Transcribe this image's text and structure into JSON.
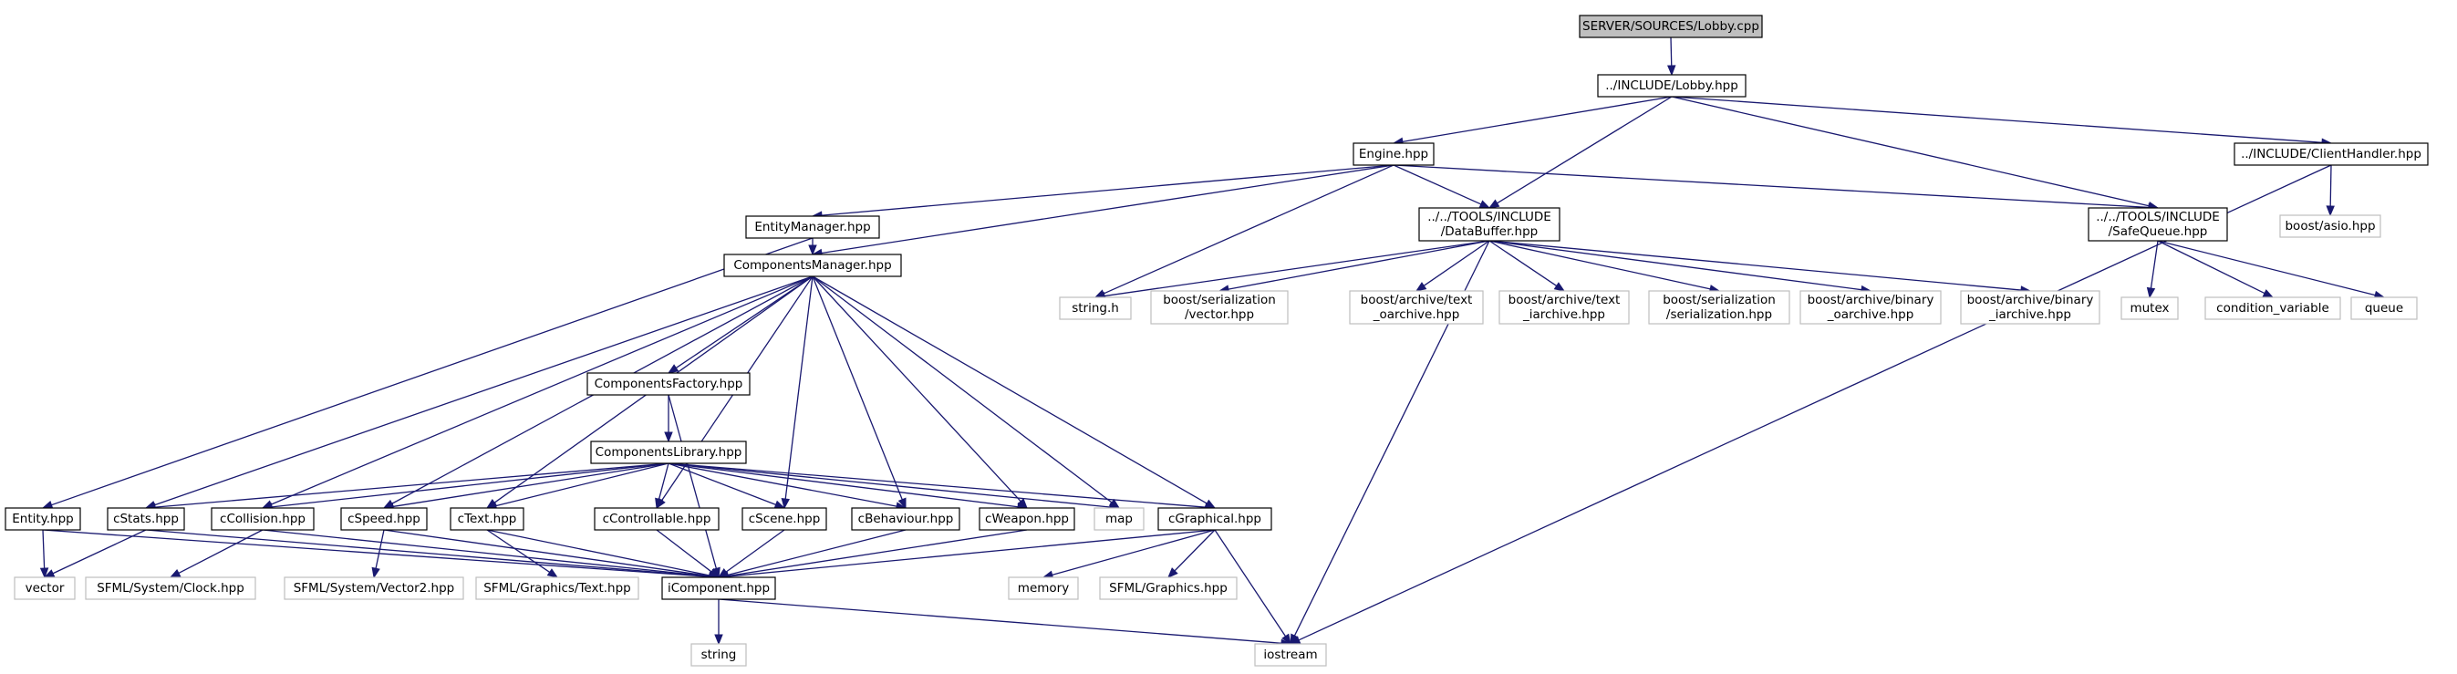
{
  "diagram": {
    "colors": {
      "edge": "#191970",
      "root_fill": "#bfbfbf",
      "node_border": "#000000",
      "external_border": "#bfbfbf",
      "background": "#ffffff"
    },
    "nodes": [
      {
        "id": "lobby_cpp",
        "kind": "root",
        "lines": [
          "SERVER/SOURCES/Lobby.cpp"
        ]
      },
      {
        "id": "lobby_hpp",
        "kind": "local",
        "lines": [
          "../INCLUDE/Lobby.hpp"
        ]
      },
      {
        "id": "engine_hpp",
        "kind": "local",
        "lines": [
          "Engine.hpp"
        ]
      },
      {
        "id": "databuffer_hpp",
        "kind": "local",
        "lines": [
          "../../TOOLS/INCLUDE",
          "/DataBuffer.hpp"
        ]
      },
      {
        "id": "safequeue_hpp",
        "kind": "local",
        "lines": [
          "../../TOOLS/INCLUDE",
          "/SafeQueue.hpp"
        ]
      },
      {
        "id": "clienthandler_hpp",
        "kind": "local",
        "lines": [
          "../INCLUDE/ClientHandler.hpp"
        ]
      },
      {
        "id": "boost_asio",
        "kind": "external",
        "lines": [
          "boost/asio.hpp"
        ]
      },
      {
        "id": "entitymanager_hpp",
        "kind": "local",
        "lines": [
          "EntityManager.hpp"
        ]
      },
      {
        "id": "componentsmanager_hpp",
        "kind": "local",
        "lines": [
          "ComponentsManager.hpp"
        ]
      },
      {
        "id": "string_h",
        "kind": "external",
        "lines": [
          "string.h"
        ]
      },
      {
        "id": "boost_ser_vector",
        "kind": "external",
        "lines": [
          "boost/serialization",
          "/vector.hpp"
        ]
      },
      {
        "id": "boost_text_oarchive",
        "kind": "external",
        "lines": [
          "boost/archive/text",
          "_oarchive.hpp"
        ]
      },
      {
        "id": "boost_text_iarchive",
        "kind": "external",
        "lines": [
          "boost/archive/text",
          "_iarchive.hpp"
        ]
      },
      {
        "id": "boost_ser_serialization",
        "kind": "external",
        "lines": [
          "boost/serialization",
          "/serialization.hpp"
        ]
      },
      {
        "id": "boost_binary_oarchive",
        "kind": "external",
        "lines": [
          "boost/archive/binary",
          "_oarchive.hpp"
        ]
      },
      {
        "id": "boost_binary_iarchive",
        "kind": "external",
        "lines": [
          "boost/archive/binary",
          "_iarchive.hpp"
        ]
      },
      {
        "id": "mutex",
        "kind": "external",
        "lines": [
          "mutex"
        ]
      },
      {
        "id": "condition_variable",
        "kind": "external",
        "lines": [
          "condition_variable"
        ]
      },
      {
        "id": "queue",
        "kind": "external",
        "lines": [
          "queue"
        ]
      },
      {
        "id": "componentsfactory_hpp",
        "kind": "local",
        "lines": [
          "ComponentsFactory.hpp"
        ]
      },
      {
        "id": "componentslibrary_hpp",
        "kind": "local",
        "lines": [
          "ComponentsLibrary.hpp"
        ]
      },
      {
        "id": "entity_hpp",
        "kind": "local",
        "lines": [
          "Entity.hpp"
        ]
      },
      {
        "id": "cstats_hpp",
        "kind": "local",
        "lines": [
          "cStats.hpp"
        ]
      },
      {
        "id": "ccollision_hpp",
        "kind": "local",
        "lines": [
          "cCollision.hpp"
        ]
      },
      {
        "id": "cspeed_hpp",
        "kind": "local",
        "lines": [
          "cSpeed.hpp"
        ]
      },
      {
        "id": "ctext_hpp",
        "kind": "local",
        "lines": [
          "cText.hpp"
        ]
      },
      {
        "id": "ccontrollable_hpp",
        "kind": "local",
        "lines": [
          "cControllable.hpp"
        ]
      },
      {
        "id": "cscene_hpp",
        "kind": "local",
        "lines": [
          "cScene.hpp"
        ]
      },
      {
        "id": "cbehaviour_hpp",
        "kind": "local",
        "lines": [
          "cBehaviour.hpp"
        ]
      },
      {
        "id": "cweapon_hpp",
        "kind": "local",
        "lines": [
          "cWeapon.hpp"
        ]
      },
      {
        "id": "map",
        "kind": "external",
        "lines": [
          "map"
        ]
      },
      {
        "id": "cgraphical_hpp",
        "kind": "local",
        "lines": [
          "cGraphical.hpp"
        ]
      },
      {
        "id": "vector",
        "kind": "external",
        "lines": [
          "vector"
        ]
      },
      {
        "id": "sfml_clock",
        "kind": "external",
        "lines": [
          "SFML/System/Clock.hpp"
        ]
      },
      {
        "id": "sfml_vector2",
        "kind": "external",
        "lines": [
          "SFML/System/Vector2.hpp"
        ]
      },
      {
        "id": "sfml_text",
        "kind": "external",
        "lines": [
          "SFML/Graphics/Text.hpp"
        ]
      },
      {
        "id": "icomponent_hpp",
        "kind": "local",
        "lines": [
          "iComponent.hpp"
        ]
      },
      {
        "id": "memory",
        "kind": "external",
        "lines": [
          "memory"
        ]
      },
      {
        "id": "sfml_graphics",
        "kind": "external",
        "lines": [
          "SFML/Graphics.hpp"
        ]
      },
      {
        "id": "string",
        "kind": "external",
        "lines": [
          "string"
        ]
      },
      {
        "id": "iostream",
        "kind": "external",
        "lines": [
          "iostream"
        ]
      }
    ],
    "edges": [
      [
        "lobby_cpp",
        "lobby_hpp"
      ],
      [
        "lobby_hpp",
        "engine_hpp"
      ],
      [
        "lobby_hpp",
        "databuffer_hpp"
      ],
      [
        "lobby_hpp",
        "safequeue_hpp"
      ],
      [
        "lobby_hpp",
        "clienthandler_hpp"
      ],
      [
        "engine_hpp",
        "entitymanager_hpp"
      ],
      [
        "engine_hpp",
        "componentsmanager_hpp"
      ],
      [
        "engine_hpp",
        "string_h"
      ],
      [
        "engine_hpp",
        "databuffer_hpp"
      ],
      [
        "engine_hpp",
        "safequeue_hpp"
      ],
      [
        "clienthandler_hpp",
        "boost_asio"
      ],
      [
        "clienthandler_hpp",
        "iostream"
      ],
      [
        "databuffer_hpp",
        "string_h"
      ],
      [
        "databuffer_hpp",
        "boost_ser_vector"
      ],
      [
        "databuffer_hpp",
        "boost_text_oarchive"
      ],
      [
        "databuffer_hpp",
        "boost_text_iarchive"
      ],
      [
        "databuffer_hpp",
        "boost_ser_serialization"
      ],
      [
        "databuffer_hpp",
        "boost_binary_oarchive"
      ],
      [
        "databuffer_hpp",
        "boost_binary_iarchive"
      ],
      [
        "databuffer_hpp",
        "iostream"
      ],
      [
        "safequeue_hpp",
        "mutex"
      ],
      [
        "safequeue_hpp",
        "condition_variable"
      ],
      [
        "safequeue_hpp",
        "queue"
      ],
      [
        "entitymanager_hpp",
        "componentsmanager_hpp"
      ],
      [
        "entitymanager_hpp",
        "entity_hpp"
      ],
      [
        "componentsmanager_hpp",
        "componentsfactory_hpp"
      ],
      [
        "componentsmanager_hpp",
        "cstats_hpp"
      ],
      [
        "componentsmanager_hpp",
        "ccollision_hpp"
      ],
      [
        "componentsmanager_hpp",
        "cspeed_hpp"
      ],
      [
        "componentsmanager_hpp",
        "ctext_hpp"
      ],
      [
        "componentsmanager_hpp",
        "ccontrollable_hpp"
      ],
      [
        "componentsmanager_hpp",
        "cscene_hpp"
      ],
      [
        "componentsmanager_hpp",
        "cbehaviour_hpp"
      ],
      [
        "componentsmanager_hpp",
        "cweapon_hpp"
      ],
      [
        "componentsmanager_hpp",
        "map"
      ],
      [
        "componentsmanager_hpp",
        "cgraphical_hpp"
      ],
      [
        "componentsfactory_hpp",
        "componentslibrary_hpp"
      ],
      [
        "componentsfactory_hpp",
        "icomponent_hpp"
      ],
      [
        "componentslibrary_hpp",
        "cstats_hpp"
      ],
      [
        "componentslibrary_hpp",
        "ccollision_hpp"
      ],
      [
        "componentslibrary_hpp",
        "cspeed_hpp"
      ],
      [
        "componentslibrary_hpp",
        "ctext_hpp"
      ],
      [
        "componentslibrary_hpp",
        "ccontrollable_hpp"
      ],
      [
        "componentslibrary_hpp",
        "cscene_hpp"
      ],
      [
        "componentslibrary_hpp",
        "cbehaviour_hpp"
      ],
      [
        "componentslibrary_hpp",
        "cweapon_hpp"
      ],
      [
        "componentslibrary_hpp",
        "map"
      ],
      [
        "componentslibrary_hpp",
        "cgraphical_hpp"
      ],
      [
        "entity_hpp",
        "vector"
      ],
      [
        "entity_hpp",
        "icomponent_hpp"
      ],
      [
        "cstats_hpp",
        "vector"
      ],
      [
        "cstats_hpp",
        "icomponent_hpp"
      ],
      [
        "ccollision_hpp",
        "sfml_clock"
      ],
      [
        "ccollision_hpp",
        "icomponent_hpp"
      ],
      [
        "cspeed_hpp",
        "sfml_vector2"
      ],
      [
        "cspeed_hpp",
        "icomponent_hpp"
      ],
      [
        "ctext_hpp",
        "sfml_text"
      ],
      [
        "ctext_hpp",
        "icomponent_hpp"
      ],
      [
        "ccontrollable_hpp",
        "icomponent_hpp"
      ],
      [
        "cscene_hpp",
        "icomponent_hpp"
      ],
      [
        "cbehaviour_hpp",
        "icomponent_hpp"
      ],
      [
        "cweapon_hpp",
        "icomponent_hpp"
      ],
      [
        "cgraphical_hpp",
        "memory"
      ],
      [
        "cgraphical_hpp",
        "sfml_graphics"
      ],
      [
        "cgraphical_hpp",
        "icomponent_hpp"
      ],
      [
        "cgraphical_hpp",
        "iostream"
      ],
      [
        "icomponent_hpp",
        "string"
      ],
      [
        "icomponent_hpp",
        "iostream"
      ]
    ]
  }
}
